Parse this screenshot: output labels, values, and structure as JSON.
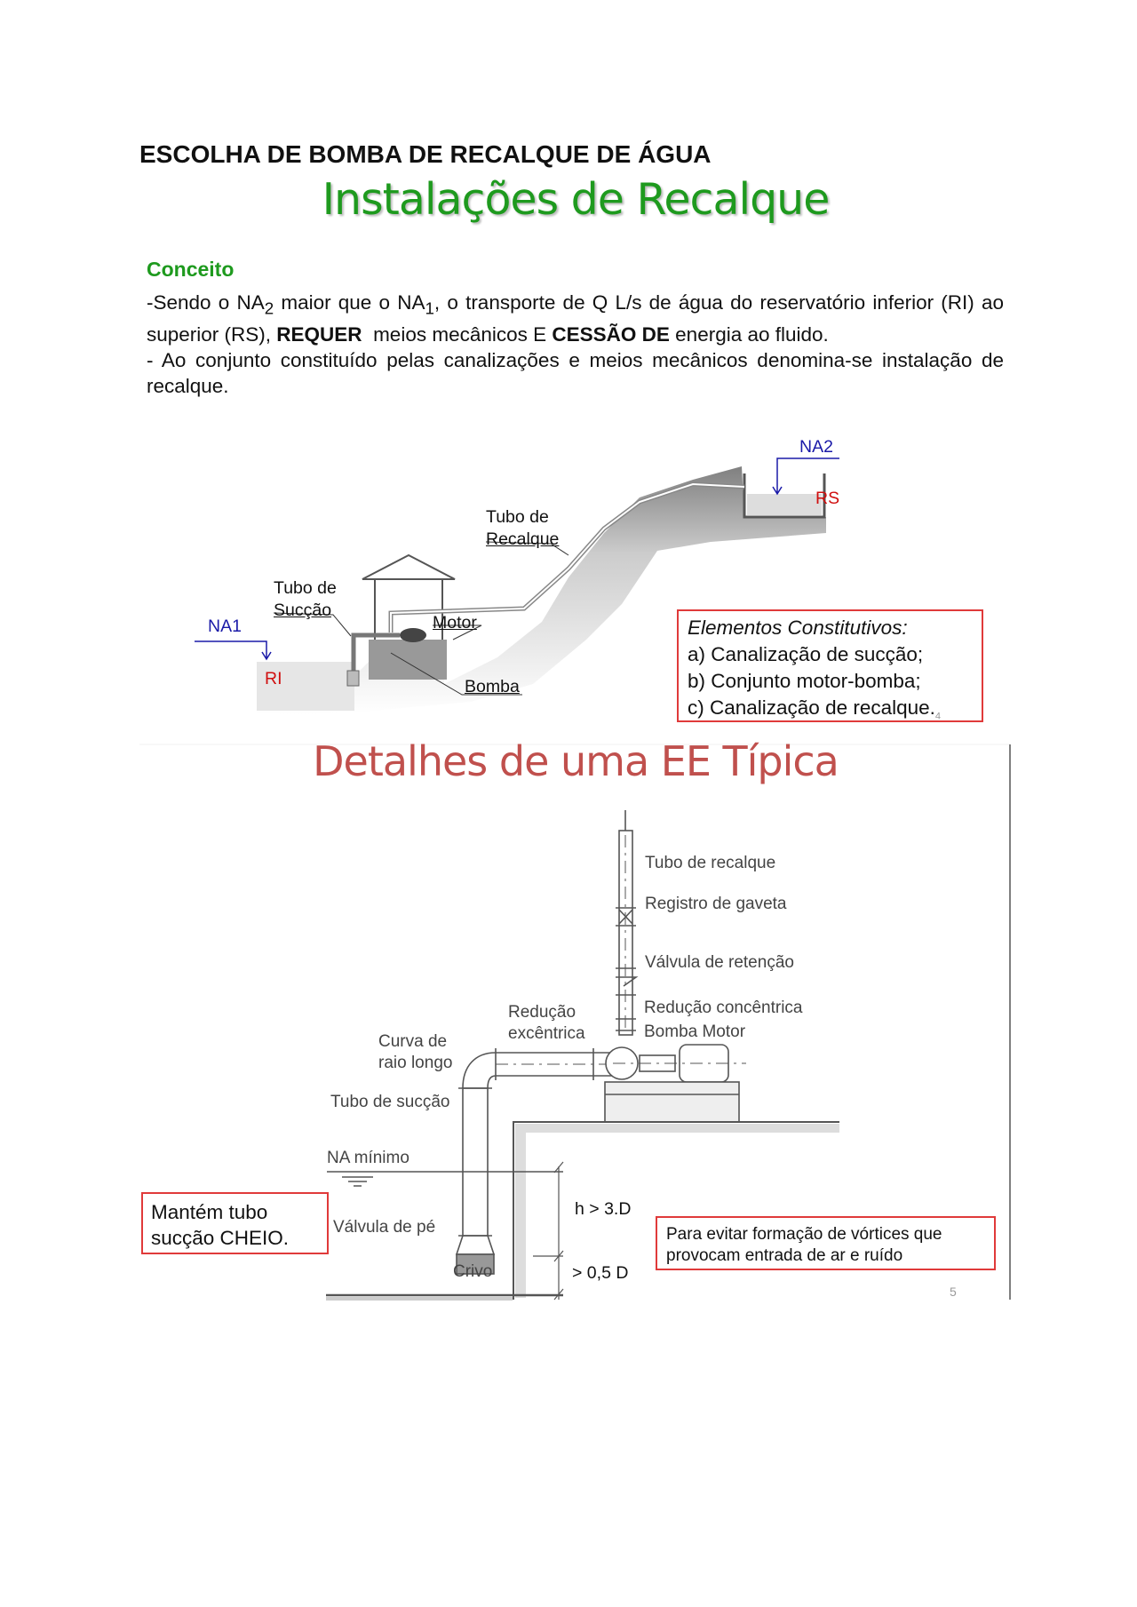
{
  "header": {
    "title": "ESCOLHA DE BOMBA DE RECALQUE DE ÁGUA"
  },
  "slide1": {
    "title": "Instalações de Recalque",
    "concept_heading": "Conceito",
    "paragraph1": {
      "prefix": "-Sendo o NA",
      "sub1": "2",
      "mid1": " maior que o NA",
      "sub2": "1",
      "mid2": ", o transporte de Q L/s de água do reservatório inferior (RI) ao superior (RS), ",
      "bold1": "REQUER",
      "mid3": "  meios mecânicos E ",
      "bold2": "CESSÃO DE",
      "suffix": " energia ao fluido."
    },
    "paragraph2": "- Ao conjunto constituído pelas canalizações e meios mecânicos denomina-se instalação de recalque.",
    "diagram": {
      "na2": "NA2",
      "rs": "RS",
      "tubo_recalque_1": "Tubo de",
      "tubo_recalque_2": "Recalque",
      "tubo_succao_1": "Tubo de",
      "tubo_succao_2": "Sucção",
      "na1": "NA1",
      "ri": "RI",
      "motor": "Motor",
      "bomba": "Bomba"
    },
    "elements_box": {
      "title": "Elementos Constitutivos:",
      "items": [
        "a) Canalização de sucção;",
        "b) Conjunto motor-bomba;",
        "c) Canalização de recalque."
      ],
      "slide_number": "4"
    }
  },
  "slide2": {
    "title": "Detalhes de uma EE Típica",
    "labels": {
      "tubo_recalque": "Tubo de recalque",
      "registro": "Registro de gaveta",
      "valvula_retencao": "Válvula de retenção",
      "reducao_concentrica": "Redução concêntrica",
      "bomba_motor": "Bomba Motor",
      "reducao_excentrica_1": "Redução",
      "reducao_excentrica_2": "excêntrica",
      "curva_1": "Curva de",
      "curva_2": "raio longo",
      "tubo_succao": "Tubo de sucção",
      "na_minimo": "NA mínimo",
      "valvula_pe": "Válvula de pé",
      "crivo": "Crivo",
      "h": "h > 3.D",
      "d": "> 0,5 D"
    },
    "keep_box": "Mantém tubo sucção CHEIO.",
    "vortex_box": "Para evitar formação de vórtices que provocam entrada de ar e ruído",
    "slide_number": "5"
  },
  "colors": {
    "green": "#1e9a1e",
    "red_title": "#c0504d",
    "box_border": "#e03a3a",
    "blue_label": "#1a1aa8"
  }
}
